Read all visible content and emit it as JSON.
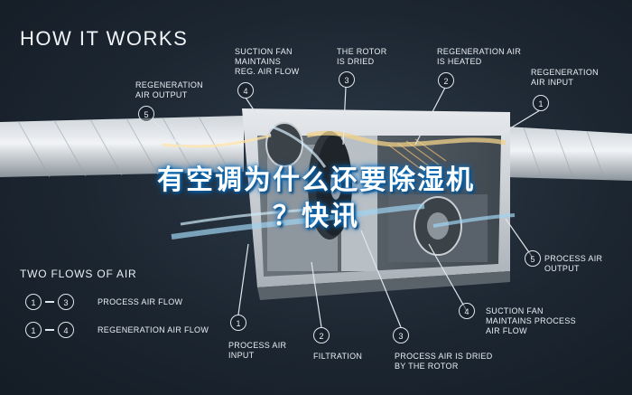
{
  "header": {
    "title": "HOW IT WORKS"
  },
  "callouts_top": [
    {
      "num": "5",
      "label": "REGENERATION\nAIR OUTPUT"
    },
    {
      "num": "4",
      "label": "SUCTION FAN\nMAINTAINS\nREG. AIR FLOW"
    },
    {
      "num": "3",
      "label": "THE ROTOR\nIS DRIED"
    },
    {
      "num": "2",
      "label": "REGENERATION AIR\nIS HEATED"
    },
    {
      "num": "1",
      "label": "REGENERATION\nAIR INPUT"
    }
  ],
  "callouts_right": [
    {
      "num": "5",
      "label": "PROCESS AIR\nOUTPUT"
    },
    {
      "num": "4",
      "label": "SUCTION FAN\nMAINTAINS PROCESS\nAIR FLOW"
    }
  ],
  "callouts_bottom": [
    {
      "num": "1",
      "label": "PROCESS AIR\nINPUT"
    },
    {
      "num": "2",
      "label": "FILTRATION"
    },
    {
      "num": "3",
      "label": "PROCESS AIR IS DRIED\nBY THE ROTOR"
    }
  ],
  "legend": {
    "title": "TWO FLOWS OF AIR",
    "rows": [
      {
        "from": "1",
        "to": "3",
        "label": "PROCESS AIR FLOW"
      },
      {
        "from": "1",
        "to": "4",
        "label": "REGENERATION AIR FLOW"
      }
    ]
  },
  "overlay": {
    "line1": "有空调为什么还要除湿机",
    "line2": "？快讯"
  },
  "colors": {
    "background": "#1c2631",
    "overlay_text": "#ffffff",
    "overlay_glow": "#0a6fc0",
    "regen_flow": "#f2d28a",
    "process_flow": "#9fd3f0"
  }
}
